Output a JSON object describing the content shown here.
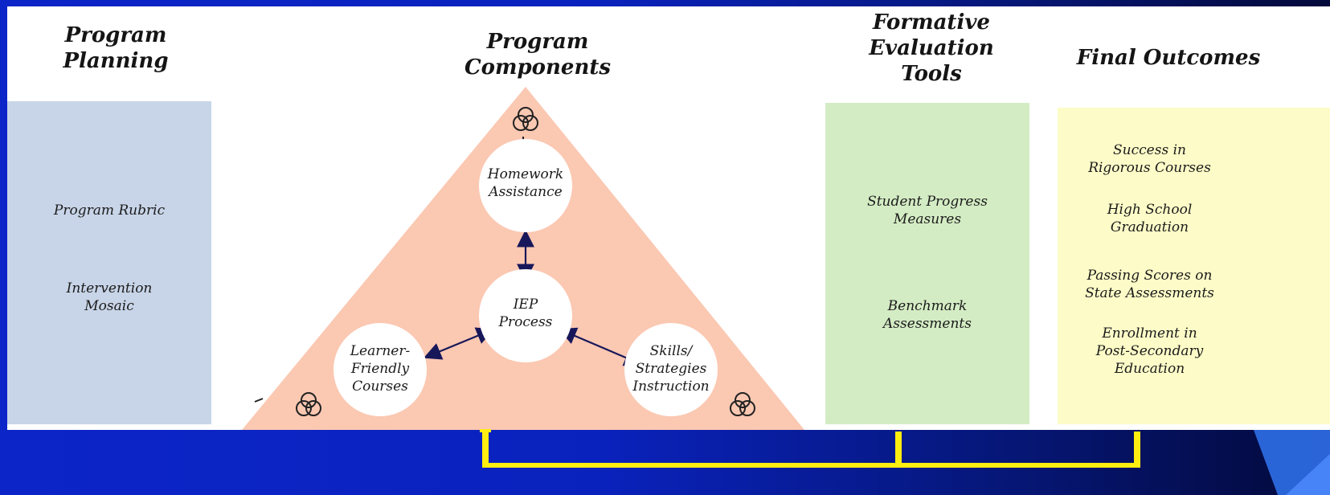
{
  "headings": {
    "program_planning": [
      "Program",
      "Planning"
    ],
    "program_components": [
      "Program",
      "Components"
    ],
    "formative_evaluation_tools": [
      "Formative",
      "Evaluation",
      "Tools"
    ],
    "final_outcomes": [
      "Final Outcomes"
    ]
  },
  "planning_items": [
    [
      "Program Rubric"
    ],
    [
      "Intervention",
      "Mosaic"
    ]
  ],
  "components": {
    "homework": [
      "Homework",
      "Assistance"
    ],
    "iep": [
      "IEP",
      "Process"
    ],
    "learner": [
      "Learner-",
      "Friendly",
      "Courses"
    ],
    "skills": [
      "Skills/",
      "Strategies",
      "Instruction"
    ]
  },
  "evaluation_items": [
    [
      "Student Progress",
      "Measures"
    ],
    [
      "Benchmark",
      "Assessments"
    ]
  ],
  "outcome_items": [
    [
      "Success in",
      "Rigorous Courses"
    ],
    [
      "High School",
      "Graduation"
    ],
    [
      "Passing Scores on",
      "State Assessments"
    ],
    [
      "Enrollment in",
      "Post-Secondary",
      "Education"
    ]
  ],
  "colors": {
    "planning_box": "#c8d5e8",
    "triangle": "#fbc8b2",
    "evaluation_box": "#d4ecc4",
    "outcomes_box": "#fdfcc8",
    "arrow": "#17175a",
    "bracket": "#ffee10",
    "background_blue": "#0a22bd"
  },
  "icons": {
    "triad": "three-interlocking-circles-icon"
  }
}
